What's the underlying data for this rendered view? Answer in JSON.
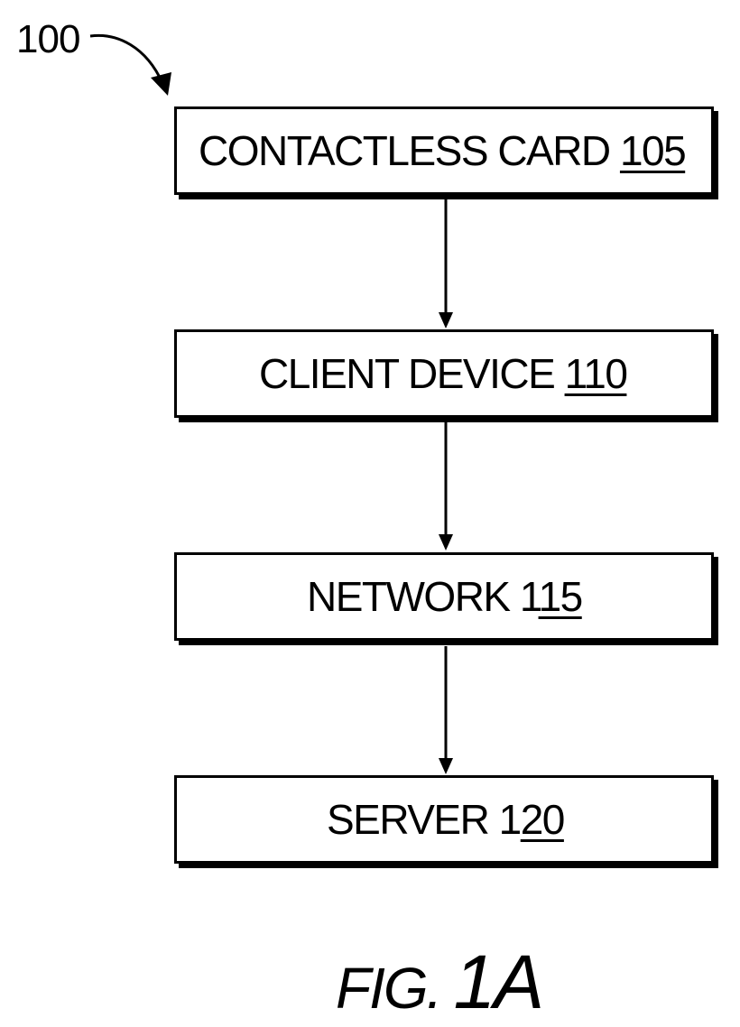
{
  "figure": {
    "ref_label": "100",
    "caption_prefix": "FIG.",
    "caption_number": "1A"
  },
  "boxes": [
    {
      "text": "CONTACTLESS CARD ",
      "num_plain": "",
      "num_underlined": "105"
    },
    {
      "text": "CLIENT DEVICE ",
      "num_plain": "",
      "num_underlined": "110"
    },
    {
      "text": "NETWORK ",
      "num_plain": "1",
      "num_underlined": "15"
    },
    {
      "text": "SERVER ",
      "num_plain": "1",
      "num_underlined": "20"
    }
  ]
}
